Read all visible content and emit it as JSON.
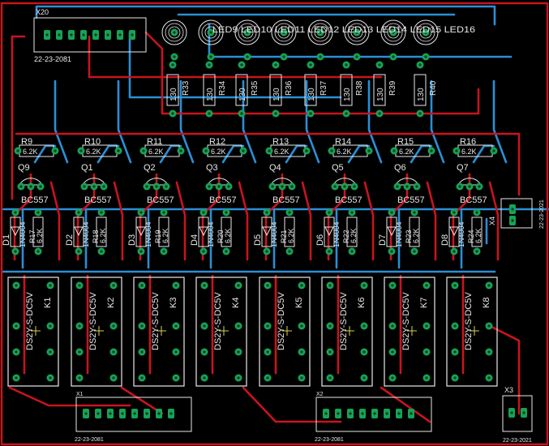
{
  "colors": {
    "background": "#000000",
    "bottom_trace": "#2a8fd6",
    "top_trace": "#c8141e",
    "pad": "#16a356",
    "silkscreen": "#e8e8e8",
    "pad_hole": "#d8d050"
  },
  "connectors": {
    "x20": {
      "name": "X20",
      "value": "22-23-2081"
    },
    "x1": {
      "name": "X1",
      "value": "22-23-2081"
    },
    "x2": {
      "name": "X2",
      "value": "22-23-2081"
    },
    "x3": {
      "name": "X3",
      "value": "22-23-2021"
    },
    "x4": {
      "name": "X4",
      "value": "22-23-2021"
    }
  },
  "leds": {
    "labels": [
      "LED9",
      "LED10",
      "LED11",
      "LED12",
      "LED13",
      "LED14",
      "LED15",
      "LED16"
    ],
    "visible_text": "LED9 LED10 LED11 LED12 LED13 LED14 LED15 LED16"
  },
  "top_resistors": [
    {
      "name": "R33",
      "value": "130"
    },
    {
      "name": "R34",
      "value": "130"
    },
    {
      "name": "R35",
      "value": "130"
    },
    {
      "name": "R36",
      "value": "130"
    },
    {
      "name": "R37",
      "value": "130"
    },
    {
      "name": "R38",
      "value": "130"
    },
    {
      "name": "R39",
      "value": "130"
    },
    {
      "name": "R40",
      "value": "130"
    }
  ],
  "channels": [
    {
      "r": "R9",
      "rv": "6.2K",
      "q": "Q9",
      "qv": "BC557",
      "d": "D1",
      "dv": "1N4004",
      "rb": "R17",
      "rbv": "6.2K",
      "k": "K1",
      "kv": "DS2Y-S-DC5V"
    },
    {
      "r": "R10",
      "rv": "6.2K",
      "q": "Q1",
      "qv": "BC557",
      "d": "D2",
      "dv": "1N4004",
      "rb": "R18",
      "rbv": "6.2K",
      "k": "K2",
      "kv": "DS2Y-S-DC5V"
    },
    {
      "r": "R11",
      "rv": "6.2K",
      "q": "Q2",
      "qv": "BC557",
      "d": "D3",
      "dv": "1N4004",
      "rb": "R19",
      "rbv": "6.2K",
      "k": "K3",
      "kv": "DS2Y-S-DC5V"
    },
    {
      "r": "R12",
      "rv": "6.2K",
      "q": "Q3",
      "qv": "BC557",
      "d": "D4",
      "dv": "1N4004",
      "rb": "R20",
      "rbv": "6.2K",
      "k": "K4",
      "kv": "DS2Y-S-DC5V"
    },
    {
      "r": "R13",
      "rv": "6.2K",
      "q": "Q4",
      "qv": "BC557",
      "d": "D5",
      "dv": "1N4004",
      "rb": "R21",
      "rbv": "6.2K",
      "k": "K5",
      "kv": "DS2Y-S-DC5V"
    },
    {
      "r": "R14",
      "rv": "6.2K",
      "q": "Q5",
      "qv": "BC557",
      "d": "D6",
      "dv": "1N4004",
      "rb": "R22",
      "rbv": "6.2K",
      "k": "K6",
      "kv": "DS2Y-S-DC5V"
    },
    {
      "r": "R15",
      "rv": "6.2K",
      "q": "Q6",
      "qv": "BC557",
      "d": "D7",
      "dv": "1N4004",
      "rb": "R23",
      "rbv": "6.2K",
      "k": "K7",
      "kv": "DS2Y-S-DC5V"
    },
    {
      "r": "R16",
      "rv": "6.2K",
      "q": "Q7",
      "qv": "BC557",
      "d": "D8",
      "dv": "1N4004",
      "rb": "R24",
      "rbv": "6.2K",
      "k": "K8",
      "kv": "DS2Y-S-DC5V"
    }
  ]
}
